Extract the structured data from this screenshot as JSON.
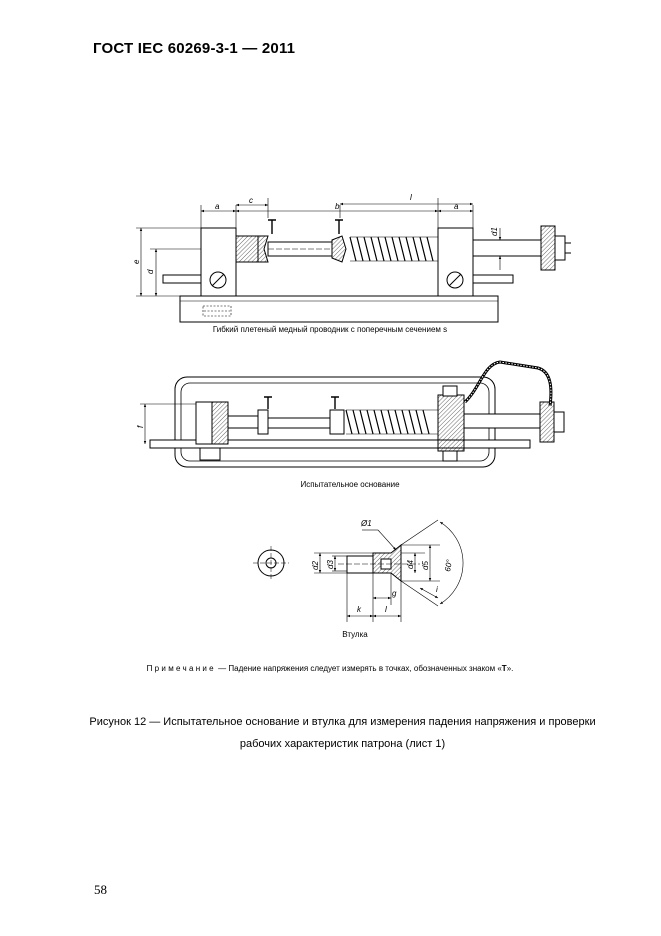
{
  "header": {
    "standard": "ГОСТ IEC 60269-3-1 — 2011"
  },
  "drawing1": {
    "caption": "Гибкий плетеный медный проводник с поперечным сечением s",
    "labels": {
      "a_left": "a",
      "c": "c",
      "b": "b",
      "l": "l",
      "a_right": "a",
      "e": "e",
      "d": "d",
      "d1": "d1",
      "t1": "T",
      "t2": "T"
    }
  },
  "drawing2": {
    "caption": "Испытательное основание",
    "labels": {
      "f": "f",
      "t1": "T",
      "t2": "T"
    }
  },
  "drawing3": {
    "caption": "Втулка",
    "labels": {
      "dia1": "Ø1",
      "d2": "d2",
      "d3": "d3",
      "d4": "d4",
      "d5": "d5",
      "angle": "60°",
      "g": "g",
      "k": "k",
      "l": "l",
      "i": "i"
    }
  },
  "note": {
    "lead": "Примечание",
    "text": " — Падение напряжения следует измерять в точках, обозначенных знаком «",
    "mark": "T",
    "tail": "»."
  },
  "figure_caption": {
    "line1": "Рисунок 12 — Испытательное основание и втулка для измерения падения напряжения и проверки",
    "line2": "рабочих характеристик патрона (лист 1)"
  },
  "page_number": "58"
}
